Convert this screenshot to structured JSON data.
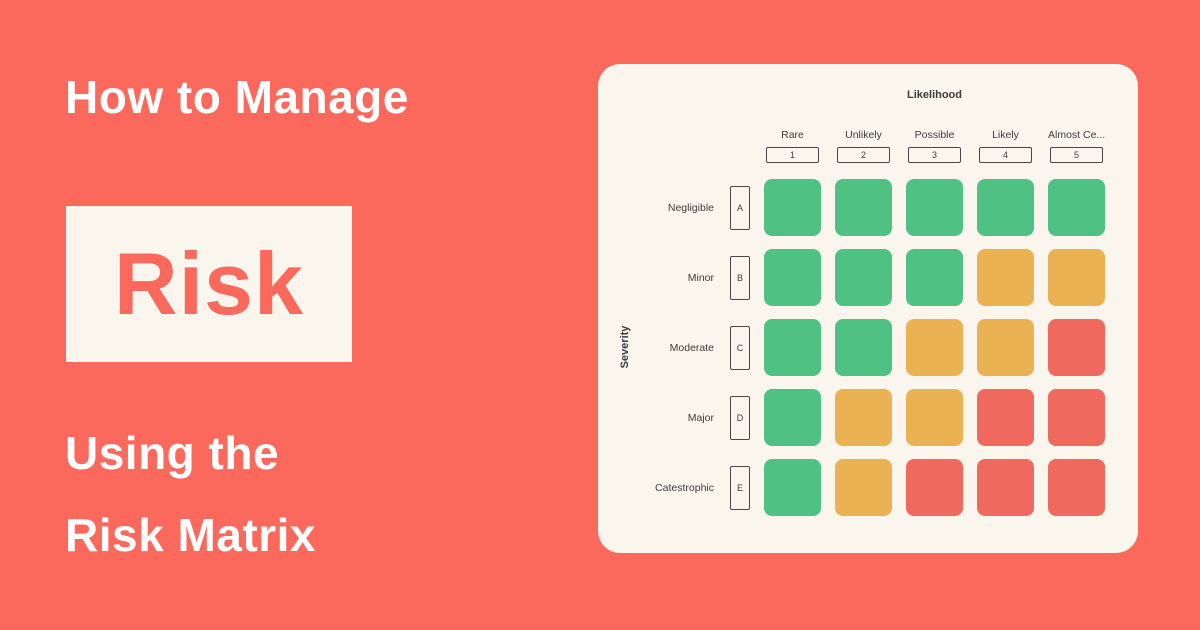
{
  "colors": {
    "background": "#FB685C",
    "accent": "#FB685C",
    "card_bg": "#FAF6ED",
    "white": "#FFFFFF",
    "text_dark": "#3C3C3C",
    "border_dark": "#474747",
    "green": "#4EC183",
    "orange": "#EBB253",
    "red": "#F0695E"
  },
  "hero": {
    "line1": "How to Manage",
    "highlight": "Risk",
    "line2": "Using the",
    "line3": "Risk Matrix"
  },
  "matrix": {
    "likelihood_label": "Likelihood",
    "severity_label": "Severity",
    "columns": [
      {
        "label": "Rare",
        "number": "1"
      },
      {
        "label": "Unlikely",
        "number": "2"
      },
      {
        "label": "Possible",
        "number": "3"
      },
      {
        "label": "Likely",
        "number": "4"
      },
      {
        "label": "Almost Ce...",
        "number": "5"
      }
    ],
    "rows": [
      {
        "label": "Negligible",
        "letter": "A",
        "cells": [
          "green",
          "green",
          "green",
          "green",
          "green"
        ]
      },
      {
        "label": "Minor",
        "letter": "B",
        "cells": [
          "green",
          "green",
          "green",
          "orange",
          "orange"
        ]
      },
      {
        "label": "Moderate",
        "letter": "C",
        "cells": [
          "green",
          "green",
          "orange",
          "orange",
          "red"
        ]
      },
      {
        "label": "Major",
        "letter": "D",
        "cells": [
          "green",
          "orange",
          "orange",
          "red",
          "red"
        ]
      },
      {
        "label": "Catestrophic",
        "letter": "E",
        "cells": [
          "green",
          "orange",
          "red",
          "red",
          "red"
        ]
      }
    ]
  }
}
